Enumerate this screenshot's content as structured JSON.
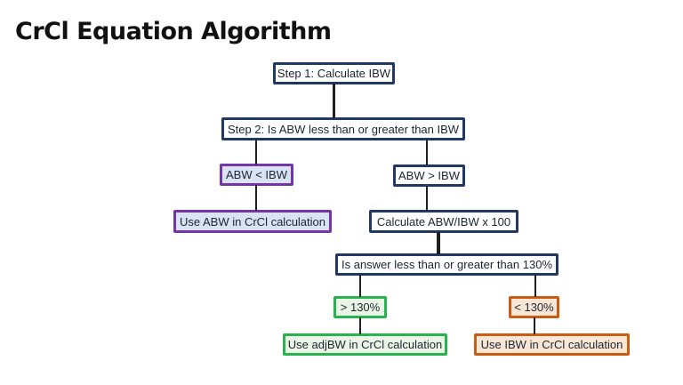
{
  "title": "CrCl Equation Algorithm",
  "colors": {
    "navy": "#1F3864",
    "purple": "#7535A8",
    "green": "#29B34F",
    "orange": "#CC5C14",
    "fill-white": "#FFFFFF",
    "fill-lavender": "#DAE3F3",
    "fill-green": "#EAF5E5",
    "fill-peach": "#FAE6D4",
    "line": "#1F1F1F",
    "text": "#1B2433",
    "bg": "#FFFFFF",
    "title-color": "#111111"
  },
  "nodes": {
    "step1": {
      "label": "Step 1: Calculate IBW"
    },
    "step2": {
      "label": "Step 2: Is ABW less than or greater than IBW"
    },
    "abw_lt": {
      "label": "ABW < IBW"
    },
    "abw_gt": {
      "label": "ABW > IBW"
    },
    "use_abw": {
      "label": "Use ABW in CrCl calculation"
    },
    "calc_ratio": {
      "label": "Calculate ABW/IBW x 100"
    },
    "is_answer": {
      "label": "Is answer less than or greater than 130%"
    },
    "gt_130": {
      "label": "> 130%"
    },
    "lt_130": {
      "label": "< 130%"
    },
    "use_adjbw": {
      "label": "Use adjBW in CrCl calculation"
    },
    "use_ibw": {
      "label": "Use IBW in CrCl calculation"
    }
  }
}
